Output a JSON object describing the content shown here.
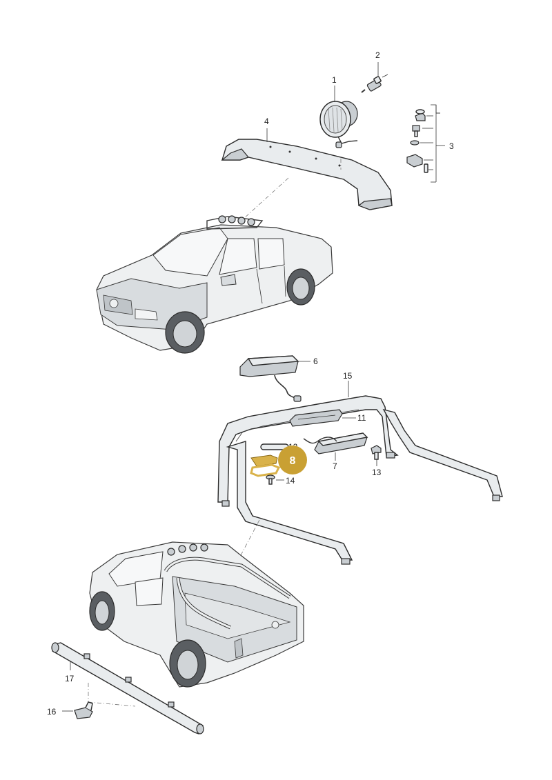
{
  "labels": {
    "p1": "1",
    "p2": "2",
    "p3": "3",
    "p4": "4",
    "p6": "6",
    "p7": "7",
    "p8": "8",
    "p11": "11",
    "p12": "12",
    "p13": "13",
    "p14": "14",
    "p15": "15",
    "p16": "16",
    "p17": "17"
  },
  "colors": {
    "highlight": "#c9a033",
    "highlight_part": "#d9b24a",
    "line": "#333333"
  }
}
